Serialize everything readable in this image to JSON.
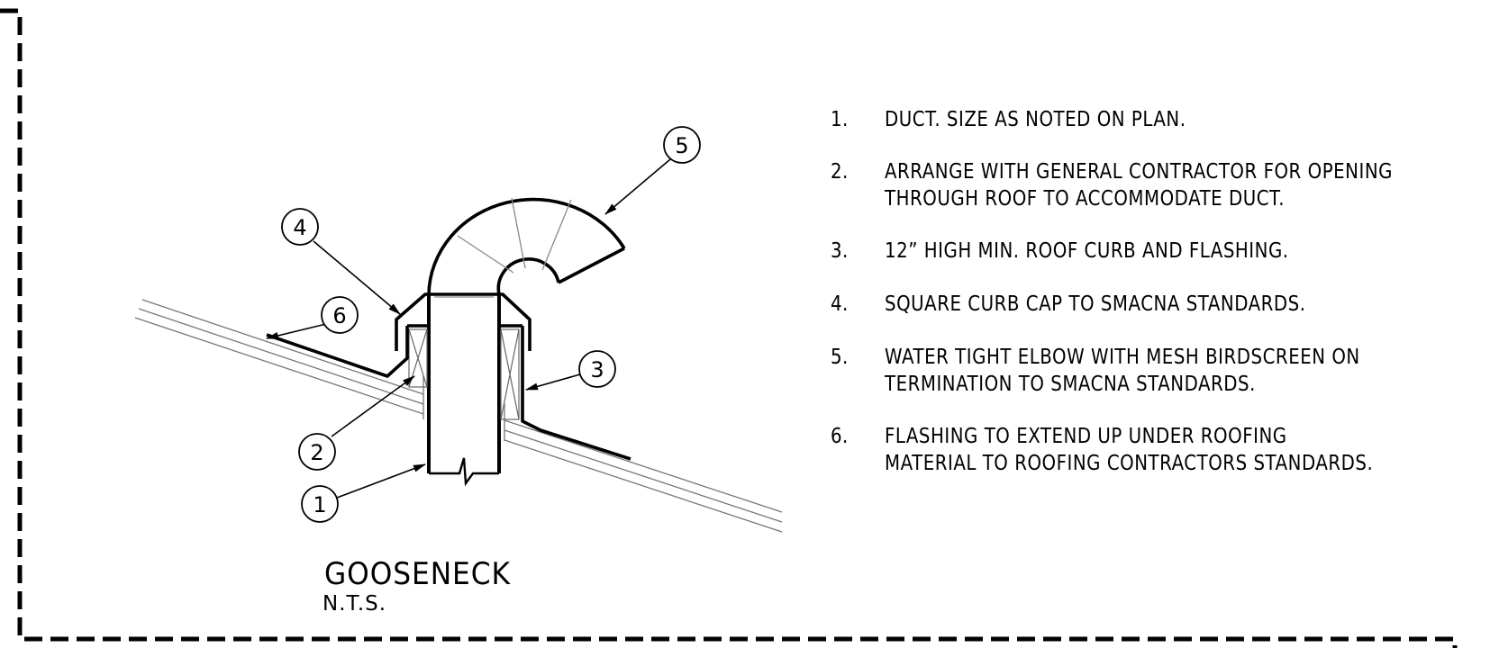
{
  "drawing": {
    "title": "GOOSENECK",
    "scale": "N.T.S."
  },
  "callouts": [
    "1",
    "2",
    "3",
    "4",
    "5",
    "6"
  ],
  "notes": [
    {
      "num": "1.",
      "lines": [
        "DUCT. SIZE AS NOTED ON PLAN."
      ]
    },
    {
      "num": "2.",
      "lines": [
        "ARRANGE WITH GENERAL CONTRACTOR FOR OPENING",
        "THROUGH ROOF TO ACCOMMODATE DUCT."
      ]
    },
    {
      "num": "3.",
      "lines": [
        "12” HIGH MIN. ROOF CURB AND FLASHING."
      ]
    },
    {
      "num": "4.",
      "lines": [
        "SQUARE CURB CAP TO SMACNA STANDARDS."
      ]
    },
    {
      "num": "5.",
      "lines": [
        "WATER TIGHT ELBOW WITH MESH BIRDSCREEN ON",
        "TERMINATION TO SMACNA STANDARDS."
      ]
    },
    {
      "num": "6.",
      "lines": [
        "FLASHING TO EXTEND UP UNDER ROOFING",
        "MATERIAL TO ROOFING CONTRACTORS STANDARDS."
      ]
    }
  ]
}
